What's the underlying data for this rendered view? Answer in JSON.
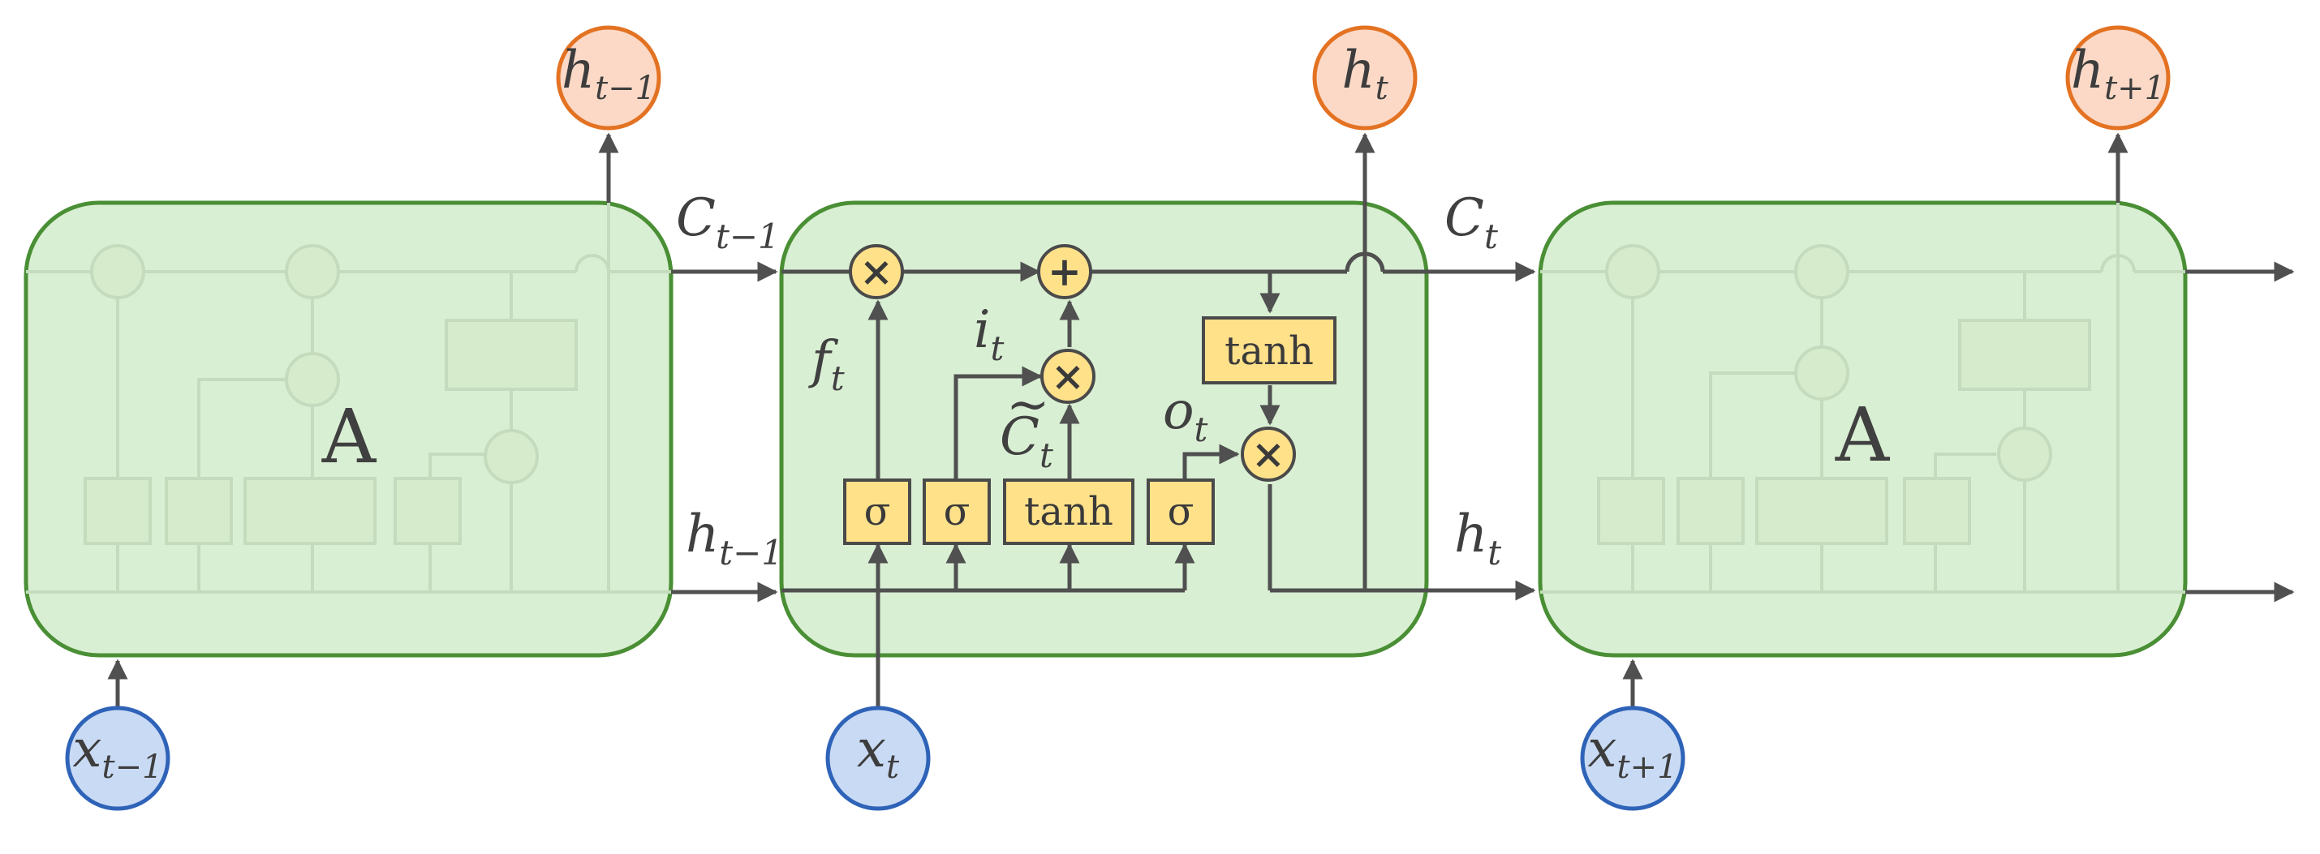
{
  "cells": {
    "left": {
      "label": "A"
    },
    "right": {
      "label": "A"
    }
  },
  "center": {
    "gates": {
      "forget_sigma": "σ",
      "input_sigma": "σ",
      "candidate_tanh": "tanh",
      "output_sigma": "σ",
      "cell_tanh": "tanh"
    },
    "operators": {
      "forget_multiply": "×",
      "cell_add": "+",
      "input_multiply": "×",
      "output_multiply": "×"
    },
    "labels": {
      "f": {
        "main": "f",
        "sub": "t"
      },
      "i": {
        "main": "i",
        "sub": "t"
      },
      "c_tilde": {
        "main": "C",
        "sub": "t",
        "accent": "~"
      },
      "o": {
        "main": "o",
        "sub": "t"
      }
    }
  },
  "edges": {
    "c_prev": {
      "main": "C",
      "sub": "t−1"
    },
    "h_prev": {
      "main": "h",
      "sub": "t−1"
    },
    "c_t": {
      "main": "C",
      "sub": "t"
    },
    "h_t": {
      "main": "h",
      "sub": "t"
    }
  },
  "inputs": [
    {
      "main": "x",
      "sub": "t−1"
    },
    {
      "main": "x",
      "sub": "t"
    },
    {
      "main": "x",
      "sub": "t+1"
    }
  ],
  "outputs": [
    {
      "main": "h",
      "sub": "t−1"
    },
    {
      "main": "h",
      "sub": "t"
    },
    {
      "main": "h",
      "sub": "t+1"
    }
  ],
  "colors": {
    "cell_fill": "#d9efd3",
    "cell_stroke": "#4a8f35",
    "gate_fill": "#ffe18a",
    "gate_stroke": "#4a4a4a",
    "input_fill": "#c9daf4",
    "input_stroke": "#2e63b8",
    "output_fill": "#fbd9c6",
    "output_stroke": "#e37222",
    "line": "#505050"
  }
}
